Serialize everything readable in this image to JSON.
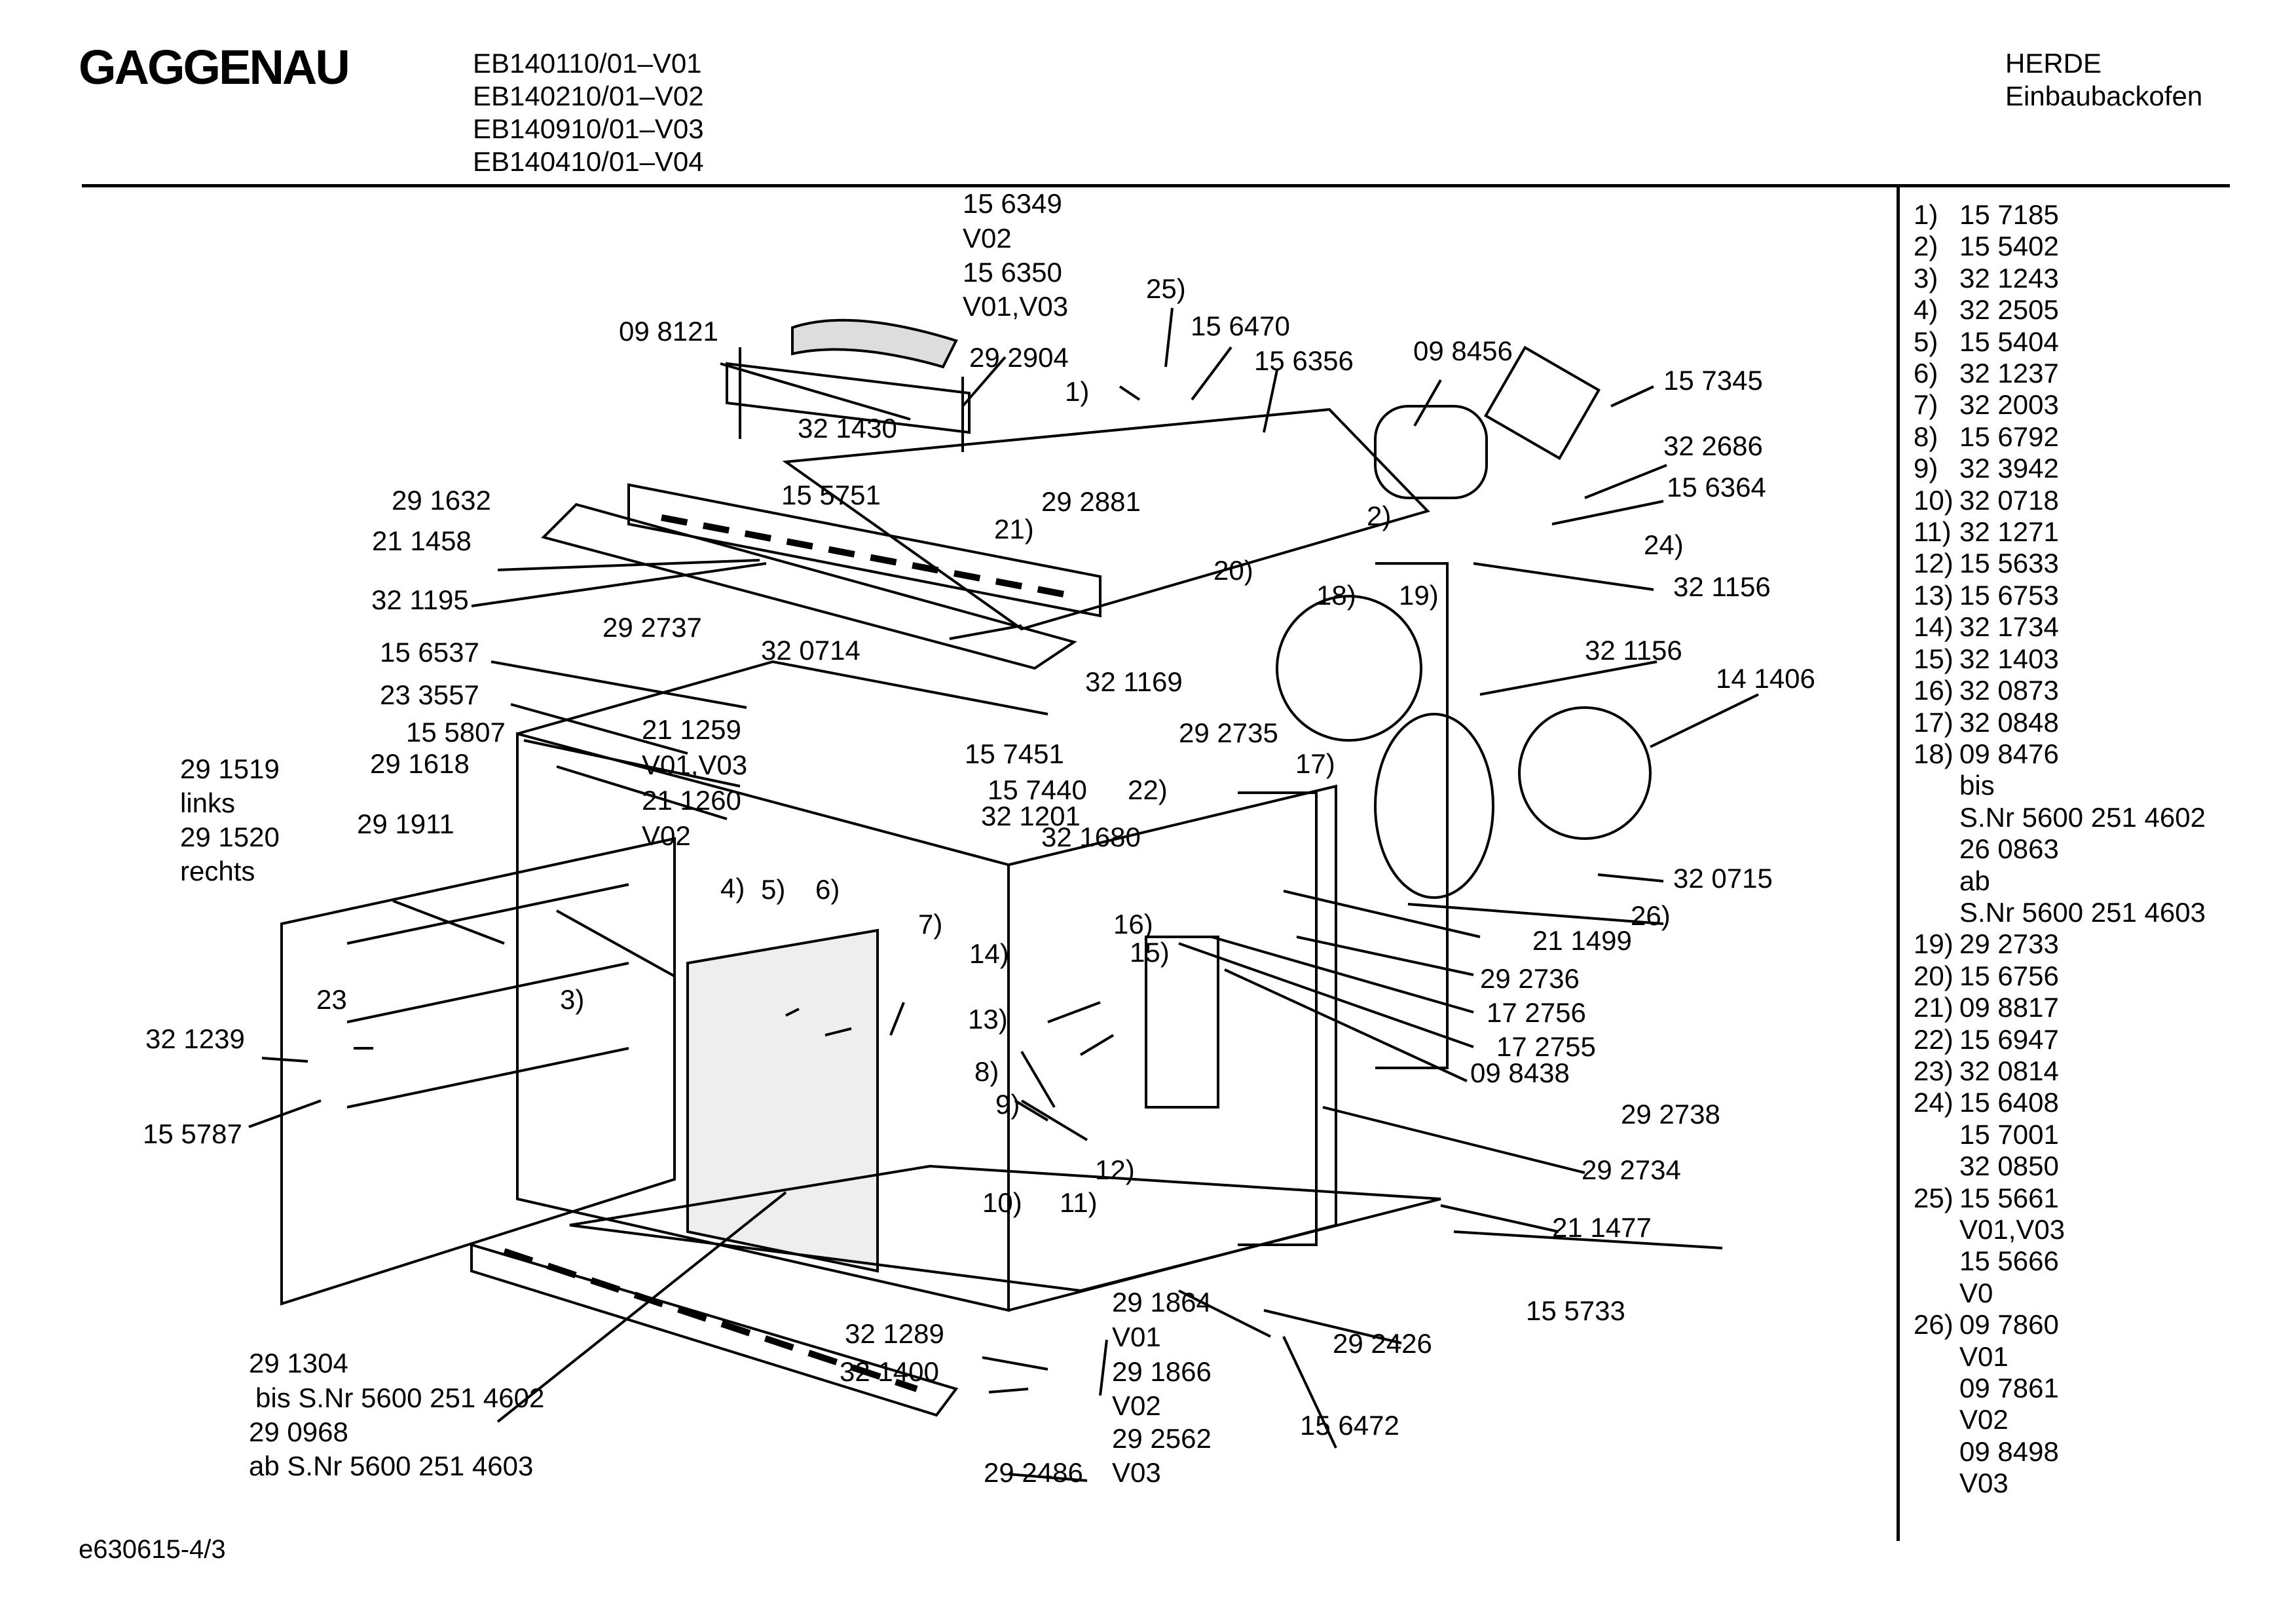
{
  "header": {
    "brand": "GAGGENAU",
    "models": [
      "EB140110/01–V01",
      "EB140210/01–V02",
      "EB140910/01–V03",
      "EB140410/01–V04"
    ],
    "category": "HERDE",
    "subcategory": "Einbaubackofen"
  },
  "legend": [
    {
      "num": "1)",
      "lines": [
        "15 7185"
      ]
    },
    {
      "num": "2)",
      "lines": [
        "15 5402"
      ]
    },
    {
      "num": "3)",
      "lines": [
        "32 1243"
      ]
    },
    {
      "num": "4)",
      "lines": [
        "32 2505"
      ]
    },
    {
      "num": "5)",
      "lines": [
        "15 5404"
      ]
    },
    {
      "num": "6)",
      "lines": [
        "32 1237"
      ]
    },
    {
      "num": "7)",
      "lines": [
        "32 2003"
      ]
    },
    {
      "num": "8)",
      "lines": [
        "15 6792"
      ]
    },
    {
      "num": "9)",
      "lines": [
        "32 3942"
      ]
    },
    {
      "num": "10)",
      "lines": [
        "32 0718"
      ]
    },
    {
      "num": "11)",
      "lines": [
        "32 1271"
      ]
    },
    {
      "num": "12)",
      "lines": [
        "15 5633"
      ]
    },
    {
      "num": "13)",
      "lines": [
        "15 6753"
      ]
    },
    {
      "num": "14)",
      "lines": [
        "32 1734"
      ]
    },
    {
      "num": "15)",
      "lines": [
        "32 1403"
      ]
    },
    {
      "num": "16)",
      "lines": [
        "32 0873"
      ]
    },
    {
      "num": "17)",
      "lines": [
        "32 0848"
      ]
    },
    {
      "num": "18)",
      "lines": [
        "09 8476",
        "bis",
        "S.Nr 5600 251 4602",
        "26 0863",
        "ab",
        "S.Nr 5600 251 4603"
      ]
    },
    {
      "num": "19)",
      "lines": [
        "29 2733"
      ]
    },
    {
      "num": "20)",
      "lines": [
        "15 6756"
      ]
    },
    {
      "num": "21)",
      "lines": [
        "09 8817"
      ]
    },
    {
      "num": "22)",
      "lines": [
        "15 6947"
      ]
    },
    {
      "num": "23)",
      "lines": [
        "32 0814"
      ]
    },
    {
      "num": "24)",
      "lines": [
        "15 6408",
        "15 7001",
        "32 0850"
      ]
    },
    {
      "num": "25)",
      "lines": [
        "15 5661",
        "V01,V03",
        "15 5666",
        "V0"
      ]
    },
    {
      "num": "26)",
      "lines": [
        "09 7860",
        "V01",
        "09 7861",
        "V02",
        "09 8498",
        "V03"
      ]
    }
  ],
  "diagram": {
    "labels": [
      "15 6349",
      "V02",
      "15 6350",
      "V01,V03",
      "25)",
      "09 8121",
      "29 2904",
      "15 6470",
      "15 6356",
      "09 8456",
      "15 7345",
      "1)",
      "32 1430",
      "32 2686",
      "15 6364",
      "29 1632",
      "15 5751",
      "29 2881",
      "2)",
      "21)",
      "24)",
      "21 1458",
      "20)",
      "32 1156",
      "32 1195",
      "18)",
      "19)",
      "29 2737",
      "32 0714",
      "15 6537",
      "32 1169",
      "32 1156",
      "14 1406",
      "23 3557",
      "21 1259",
      "29 2735",
      "15 5807",
      "V01,V03",
      "15 7451",
      "17)",
      "29 1519",
      "29 1618",
      "15 7440",
      "22)",
      "links",
      "21 1260",
      "32 1201",
      "29 1520",
      "29 1911",
      "V02",
      "32 1680",
      "32 0715",
      "rechts",
      "4)",
      "5)",
      "6)",
      "26)",
      "7)",
      "16)",
      "21 1499",
      "14)",
      "15)",
      "29 2736",
      "23",
      "3)",
      "13)",
      "17 2756",
      "32 1239",
      "17 2755",
      "8)",
      "09 8438",
      "9)",
      "29 2738",
      "15 5787",
      "12)",
      "29 2734",
      "10)",
      "11)",
      "21 1477",
      "29 1864",
      "15 5733",
      "V01",
      "32 1289",
      "29 2426",
      "29 1304",
      "32 1400",
      "29 1866",
      "bis S.Nr 5600 251 4602",
      "V02",
      "15 6472",
      "29 0968",
      "29 2562",
      "ab S.Nr 5600 251 4603",
      "29 2486",
      "V03"
    ]
  },
  "footer": "e630615-4/3"
}
